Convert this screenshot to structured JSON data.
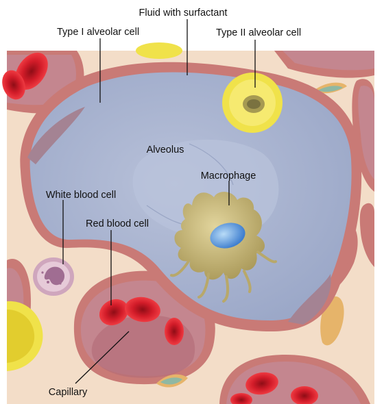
{
  "labels": {
    "fluid_with_surfactant": "Fluid with surfactant",
    "type_i_alveolar_cell": "Type I alveolar cell",
    "type_ii_alveolar_cell": "Type II alveolar cell",
    "alveolus": "Alveolus",
    "macrophage": "Macrophage",
    "white_blood_cell": "White blood cell",
    "red_blood_cell": "Red blood cell",
    "capillary": "Capillary"
  },
  "colors": {
    "interstitium": "#f3ddc8",
    "alveolar_wall": "#c97a76",
    "alveolus_fill": "#a9b4cf",
    "capillary_fill": "#c4868f",
    "red_blood_cell": "#d81d2b",
    "type_ii_cell": "#f0e24a",
    "macrophage": "#c9b87c",
    "macrophage_nucleus": "#5b93d6",
    "white_blood_cell": "#cfa6bd"
  }
}
